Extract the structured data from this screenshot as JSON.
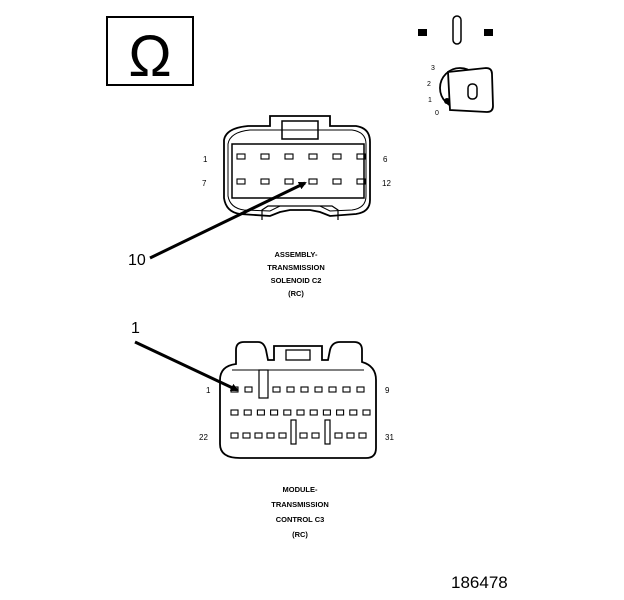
{
  "ohm_symbol": "Ω",
  "ignition_key": {
    "positions": [
      "3",
      "2",
      "1",
      "0"
    ],
    "icon": "ignition-key-icon"
  },
  "connector_c2": {
    "pins": {
      "top_left": "1",
      "top_right": "6",
      "bottom_left": "7",
      "bottom_right": "12"
    },
    "label_lines": [
      "ASSEMBLY-",
      "TRANSMISSION",
      "SOLENOID C2",
      "(RC)"
    ],
    "callout": "10"
  },
  "connector_c3": {
    "pins": {
      "top_left": "1",
      "top_right": "9",
      "bottom_left": "22",
      "bottom_right": "31"
    },
    "label_lines": [
      "MODULE-",
      "TRANSMISSION",
      "CONTROL C3",
      "(RC)"
    ],
    "callout": "1"
  },
  "figure_id": "186478"
}
